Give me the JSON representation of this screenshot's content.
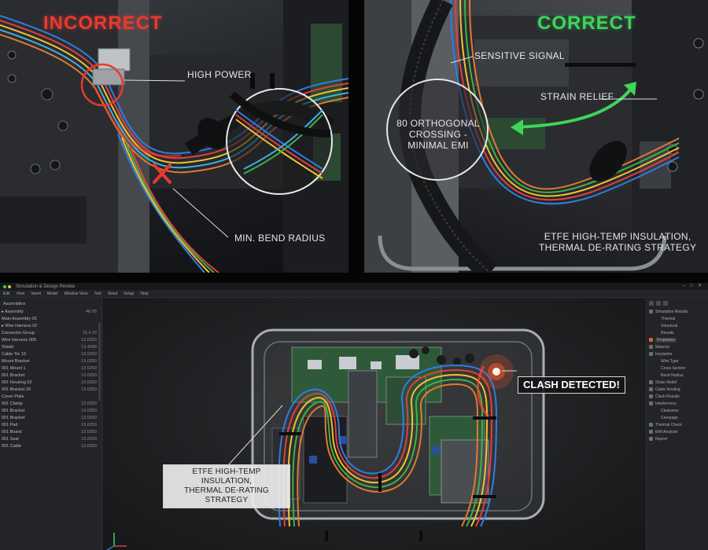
{
  "top_left": {
    "heading": "INCORRECT",
    "callouts": {
      "high_power": "HIGH POWER",
      "bend_radius": "MIN. BEND RADIUS"
    }
  },
  "top_right": {
    "heading": "CORRECT",
    "callouts": {
      "sensitive_signal": "SENSITIVE SIGNAL",
      "strain_relief": "STRAIN RELIEF",
      "crossing": "80 ORTHOGONAL CROSSING - MINIMAL EMI",
      "insulation_line1": "ETFE HIGH-TEMP INSULATION,",
      "insulation_line2": "THERMAL DE-RATING STRATEGY"
    }
  },
  "cad": {
    "window_title": "Simulation & Design Review",
    "window_controls": [
      "–",
      "□",
      "✕"
    ],
    "menu": [
      "Edit",
      "View",
      "Insert",
      "Model",
      "Window View",
      "Tool",
      "Simul",
      "Setup",
      "Help"
    ],
    "tree_header": "Assemblies",
    "tree": [
      {
        "name": "▸ Assembly",
        "value": "46 05"
      },
      {
        "name": "  Main Assembly 05",
        "value": ""
      },
      {
        "name": "  ▸ Wire Harness 02",
        "value": ""
      },
      {
        "name": "  Connector Group",
        "value": "15 4 29"
      },
      {
        "name": "  Wire Harness 005",
        "value": "13.0250"
      },
      {
        "name": "  Shield",
        "value": "13.4099"
      },
      {
        "name": "  Cable Tie 19",
        "value": "13.0250"
      },
      {
        "name": "  Mount Bracket",
        "value": "13.0250"
      },
      {
        "name": "  001 Mount 1",
        "value": "13.0250"
      },
      {
        "name": "  001 Bracket",
        "value": "13.0250"
      },
      {
        "name": "  001 Housing 02",
        "value": "13.0250"
      },
      {
        "name": "  001 Bracket 20",
        "value": "13.0250"
      },
      {
        "name": "  Cover Plate",
        "value": ""
      },
      {
        "name": "  001 Clamp",
        "value": "13.0250"
      },
      {
        "name": "  001 Bracket",
        "value": "13.0250"
      },
      {
        "name": "  001 Bracket",
        "value": "13.0250"
      },
      {
        "name": "  001 Pad",
        "value": "13.0250"
      },
      {
        "name": "  001 Board",
        "value": "13.0250"
      },
      {
        "name": "  001 Seal",
        "value": "13.0250"
      },
      {
        "name": "  001 Cable",
        "value": "13.0250"
      }
    ],
    "viewport": {
      "clash_label": "CLASH DETECTED!",
      "insulation_line1": "ETFE HIGH-TEMP INSULATION,",
      "insulation_line2": "THERMAL DE-RATING STRATEGY"
    },
    "properties": [
      {
        "label": "Simulation Results",
        "icon": "gray",
        "indent": false,
        "highlight": false
      },
      {
        "label": "Thermal",
        "icon": "blank",
        "indent": true,
        "highlight": false
      },
      {
        "label": "Structural",
        "icon": "blank",
        "indent": true,
        "highlight": false
      },
      {
        "label": "Results",
        "icon": "blank",
        "indent": true,
        "highlight": false
      },
      {
        "label": "Properties",
        "icon": "orange",
        "indent": false,
        "highlight": true
      },
      {
        "label": "Material",
        "icon": "gray",
        "indent": false,
        "highlight": false
      },
      {
        "label": "Insulation",
        "icon": "gray",
        "indent": false,
        "highlight": false
      },
      {
        "label": "Wire Type",
        "icon": "blank",
        "indent": true,
        "highlight": false
      },
      {
        "label": "Cross Section",
        "icon": "blank",
        "indent": true,
        "highlight": false
      },
      {
        "label": "Bend Radius",
        "icon": "blank",
        "indent": true,
        "highlight": false
      },
      {
        "label": "Strain Relief",
        "icon": "gray",
        "indent": false,
        "highlight": false
      },
      {
        "label": "Cable Routing",
        "icon": "gray",
        "indent": false,
        "highlight": false
      },
      {
        "label": "Clash Results",
        "icon": "gray",
        "indent": false,
        "highlight": false
      },
      {
        "label": "Interference",
        "icon": "gray",
        "indent": false,
        "highlight": false
      },
      {
        "label": "Clearance",
        "icon": "blank",
        "indent": true,
        "highlight": false
      },
      {
        "label": "Creepage",
        "icon": "blank",
        "indent": true,
        "highlight": false
      },
      {
        "label": "Thermal Check",
        "icon": "gray",
        "indent": false,
        "highlight": false
      },
      {
        "label": "EMI Analysis",
        "icon": "gray",
        "indent": false,
        "highlight": false
      },
      {
        "label": "Report",
        "icon": "gray",
        "indent": false,
        "highlight": false
      }
    ]
  },
  "colors": {
    "incorrect": "#e83a2e",
    "correct": "#3fd45a",
    "clash_glow": "#ff5a2a"
  }
}
